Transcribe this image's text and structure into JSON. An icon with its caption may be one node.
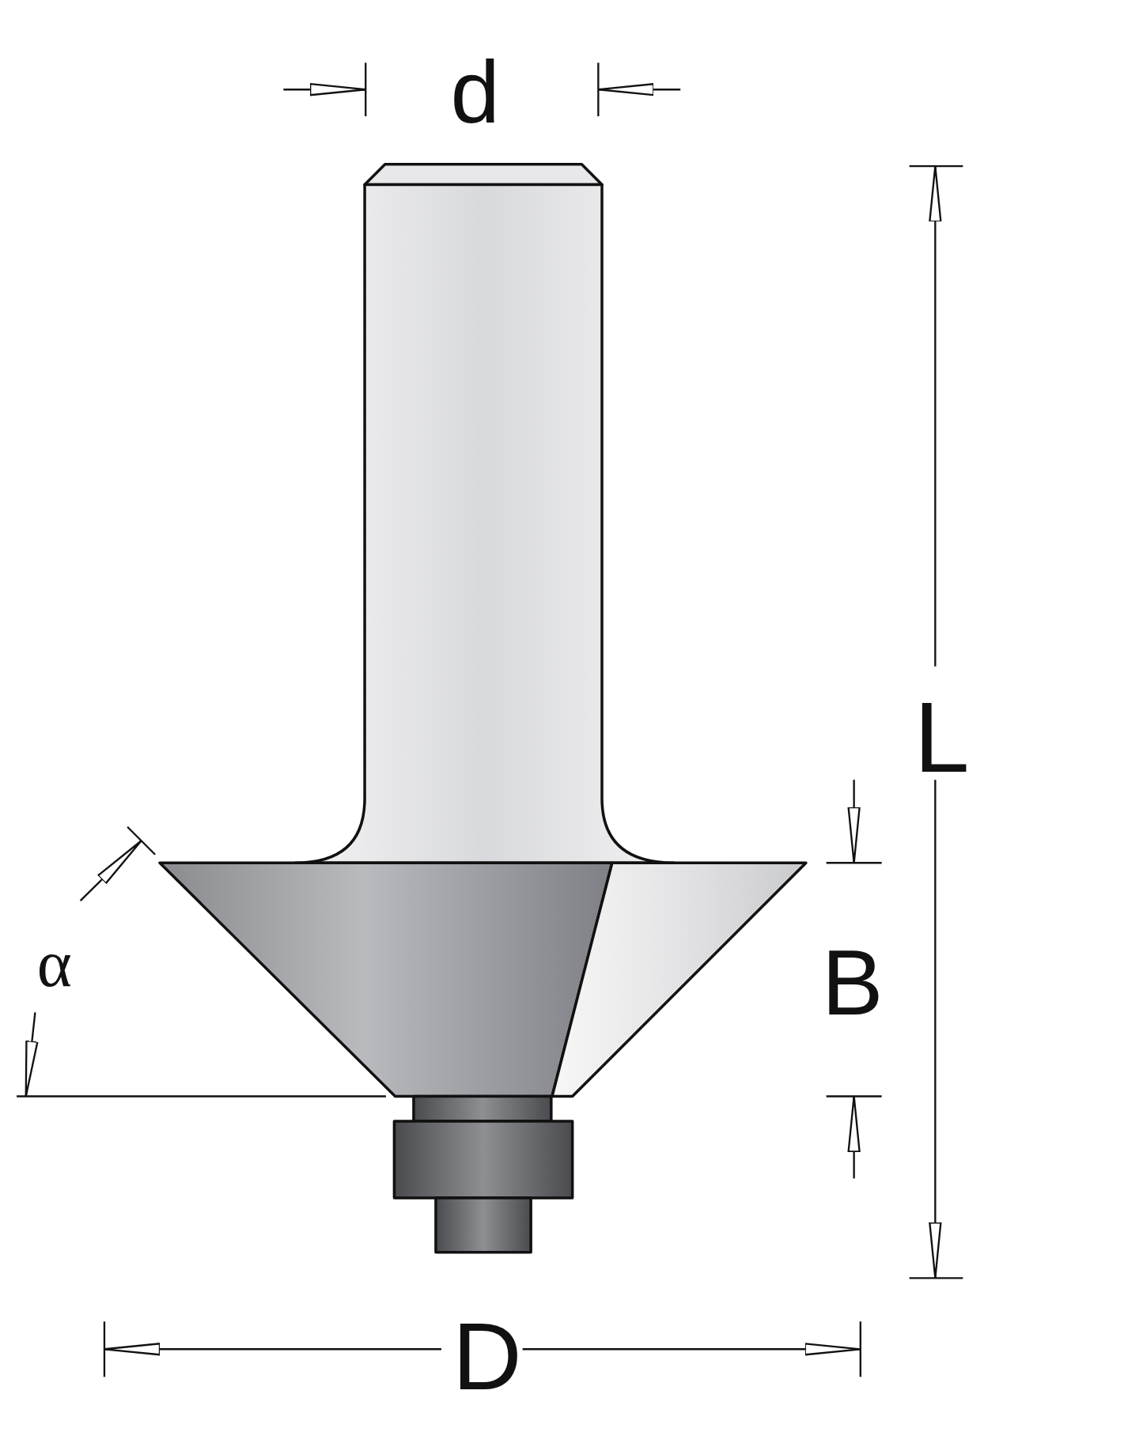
{
  "diagram": {
    "labels": [
      "d",
      "L",
      "α",
      "B",
      "D"
    ]
  }
}
